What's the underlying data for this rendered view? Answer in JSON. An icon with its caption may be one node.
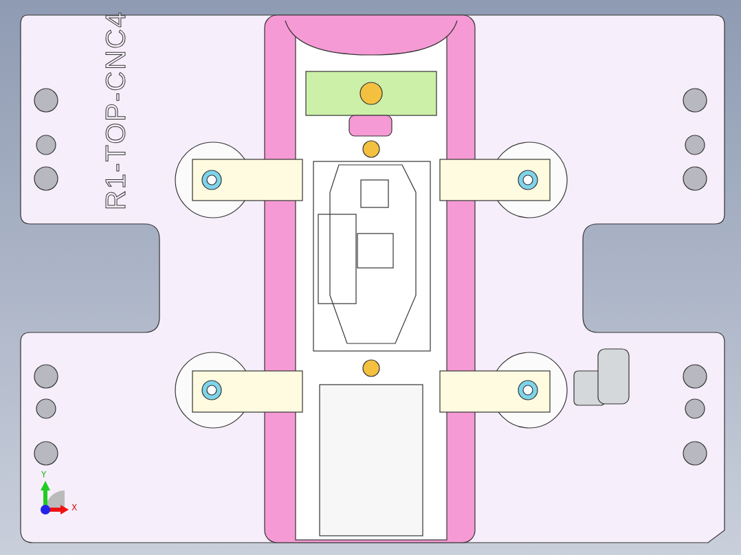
{
  "diagram": {
    "labels": [
      "R1-TOP-CNC4",
      "Y",
      "X"
    ]
  }
}
